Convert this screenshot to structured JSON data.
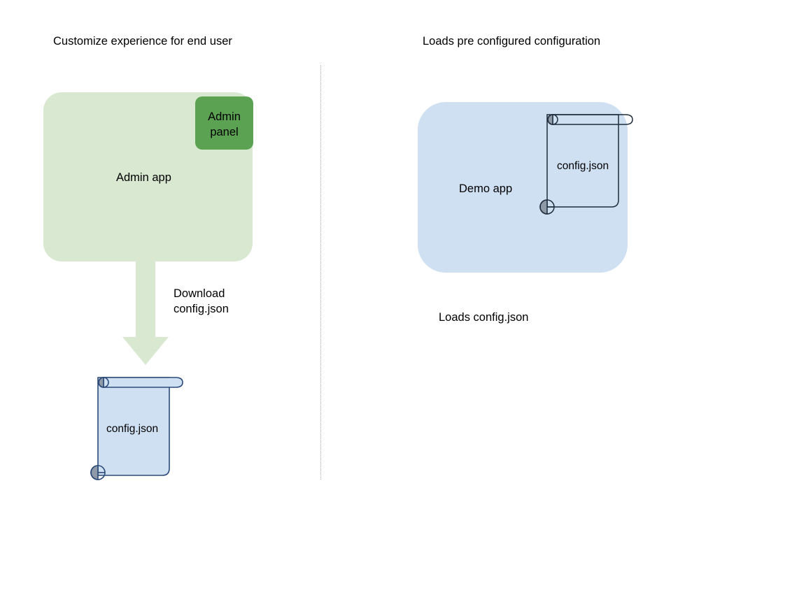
{
  "diagram": {
    "background_color": "#ffffff",
    "columns": [
      {
        "title": "Customize experience for end user",
        "app": {
          "label": "Admin app",
          "fill": "#d9e8d0"
        },
        "badge": {
          "label": "Admin\npanel",
          "label_line1": "Admin",
          "label_line2": "panel",
          "fill": "#5ba352"
        },
        "arrow": {
          "label_line1": "Download",
          "label_line2": "config.json",
          "fill": "#d9e8d0"
        },
        "document": {
          "label": "config.json",
          "fill": "#cfe0f3",
          "stroke": "#2b4a78",
          "roll_fill": "#8e9aa8"
        }
      },
      {
        "title": "Loads pre configured configuration",
        "app": {
          "label": "Demo app",
          "fill": "#cfe0f3"
        },
        "document": {
          "label": "config.json",
          "fill": "transparent",
          "stroke": "#1f2d3d",
          "roll_fill": "#8e9aa8"
        },
        "caption": "Loads config.json"
      }
    ],
    "divider": {
      "style": "dotted",
      "color": "#a9a9a9"
    }
  }
}
